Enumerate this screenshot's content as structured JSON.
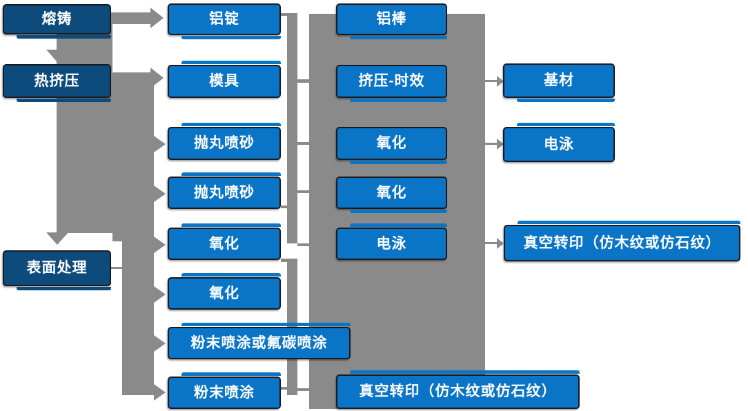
{
  "diagram": {
    "type": "flowchart",
    "title": "",
    "columns": [
      {
        "name": "stage-column",
        "items": [
          "熔铸",
          "热挤压",
          "表面处理"
        ]
      },
      {
        "name": "process-column-1",
        "items": [
          "铝锭",
          "模具",
          "抛丸喷砂",
          "抛丸喷砂",
          "氧化",
          "氧化",
          "粉末喷涂或氟碳喷涂",
          "粉末喷涂"
        ]
      },
      {
        "name": "process-column-2",
        "items": [
          "铝棒",
          "挤压-时效",
          "氧化",
          "氧化",
          "电泳",
          "真空转印（仿木纹或仿石纹）"
        ]
      },
      {
        "name": "process-column-3",
        "items": [
          "基材",
          "电泳",
          "真空转印（仿木纹或仿石纹）"
        ]
      }
    ],
    "connectors": {
      "down_arrow_targets": [
        "热挤压",
        "表面处理"
      ],
      "left_band_right_arrow_targets": [
        "铝锭",
        "模具",
        "抛丸喷砂",
        "抛丸喷砂",
        "氧化",
        "氧化",
        "粉末喷涂或氟碳喷涂",
        "粉末喷涂"
      ],
      "right_band_arrow_targets": [
        "基材",
        "电泳",
        "真空转印（仿木纹或仿石纹）"
      ]
    },
    "colors": {
      "stage_box": "#0e4b7d",
      "process_box": "#0a74c6",
      "connector_gray": "#8a8a8a",
      "box_border": "#181a20",
      "text": "#ffffff",
      "background": "#ffffff"
    }
  }
}
